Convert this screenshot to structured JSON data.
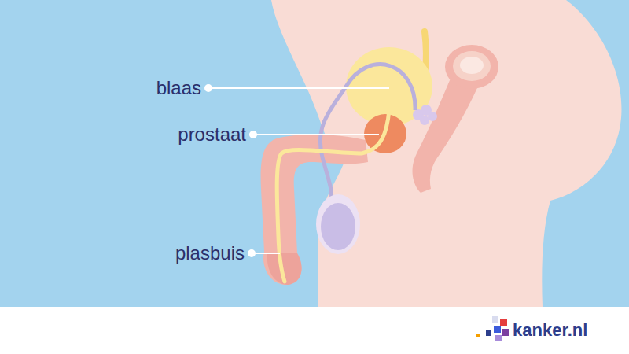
{
  "diagram": {
    "labels": [
      "blaas",
      "prostaat",
      "plasbuis",
      "kanker.nl"
    ]
  }
}
